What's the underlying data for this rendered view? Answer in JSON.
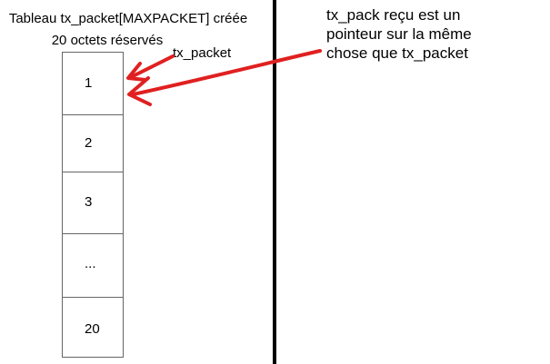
{
  "header": {
    "line1": "Tableau tx_packet[MAXPACKET] créée",
    "line2": "20 octets réservés"
  },
  "array": {
    "cells": [
      "1",
      "2",
      "3",
      "...",
      "20"
    ]
  },
  "pointer_label": "tx_packet",
  "note": {
    "line1": "tx_pack reçu est un",
    "line2": "pointeur sur la même",
    "line3": "chose que tx_packet"
  },
  "colors": {
    "arrow": "#e02020",
    "divider": "#000000",
    "cell_border": "#666666"
  }
}
